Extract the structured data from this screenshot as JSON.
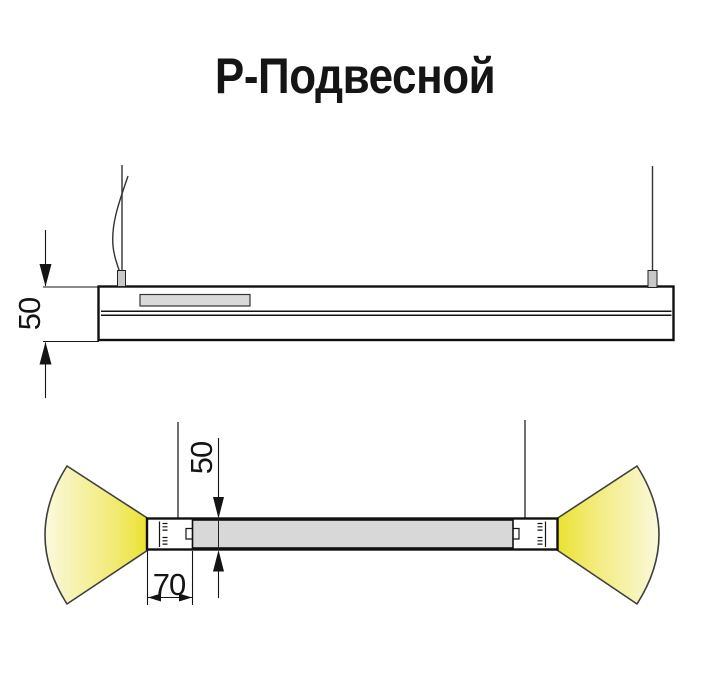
{
  "title": "Р-Подвесной",
  "side_view": {
    "height_dim": "50"
  },
  "bottom_view": {
    "width_dim": "50",
    "endcap_dim": "70"
  },
  "colors": {
    "line": "#111111",
    "background": "#ffffff",
    "profile_gray": "#d8d8d8",
    "driver_gray": "#d9d9d9",
    "fitting_gray": "#c8c8c8",
    "beam_bright": "#eae22f",
    "beam_mid": "#f6f1a8",
    "beam_pale": "#fbf9df"
  }
}
